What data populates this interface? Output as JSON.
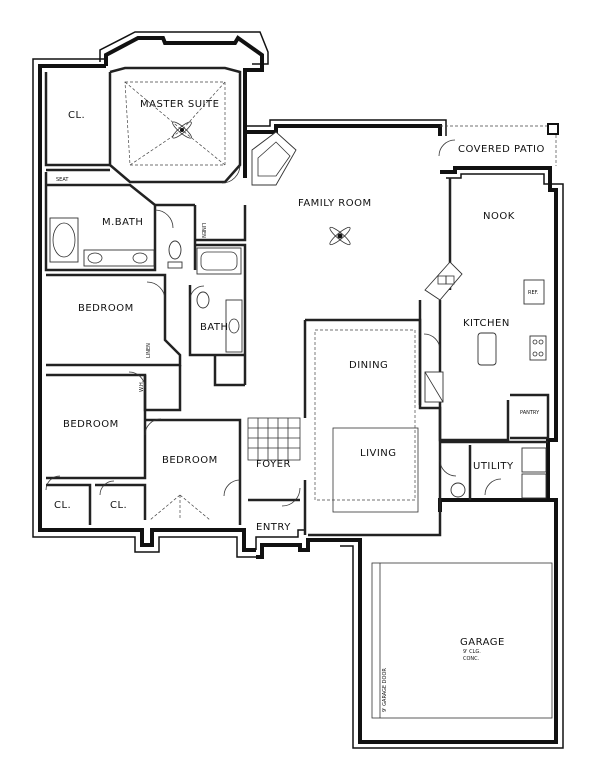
{
  "rooms": {
    "master_suite": "MASTER SUITE",
    "closet_master": "CL.",
    "seat": "SEAT",
    "m_bath": "M.BATH",
    "family_room": "FAMILY ROOM",
    "covered_patio": "COVERED PATIO",
    "nook": "NOOK",
    "kitchen": "KITCHEN",
    "ref": "REF.",
    "bedroom_1": "BEDROOM",
    "bath": "BATH",
    "dining": "DINING",
    "living": "LIVING",
    "bedroom_2": "BEDROOM",
    "bedroom_3": "BEDROOM",
    "foyer": "FOYER",
    "entry": "ENTRY",
    "closet_a": "CL.",
    "closet_b": "CL.",
    "utility": "UTILITY",
    "pantry": "PANTRY",
    "garage": "GARAGE",
    "garage_note_1": "9' CLG.",
    "garage_note_2": "CONC.",
    "garage_door": "9' GARAGE DOOR",
    "linen": "LINEN",
    "wh": "W.H."
  }
}
